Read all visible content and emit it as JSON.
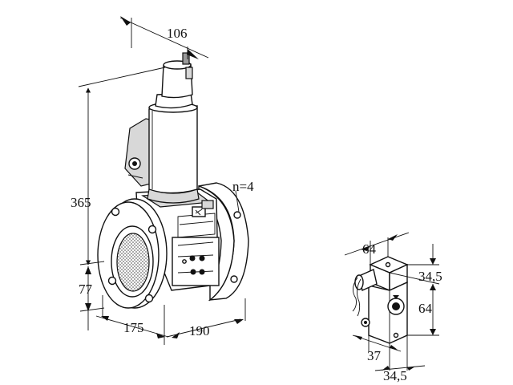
{
  "drawing": {
    "main_valve": {
      "dim_top_width": "106",
      "dim_height": "365",
      "dim_lower": "77",
      "dim_depth": "175",
      "dim_length": "190",
      "bolt_note": "n=4"
    },
    "connector": {
      "dim_width": "64",
      "dim_offset": "34,5",
      "dim_height": "64",
      "dim_bottom": "37",
      "dim_bottom_offset": "34,5"
    },
    "colors": {
      "line": "#111111",
      "background": "#ffffff",
      "shade": "#d8d8d8"
    }
  }
}
